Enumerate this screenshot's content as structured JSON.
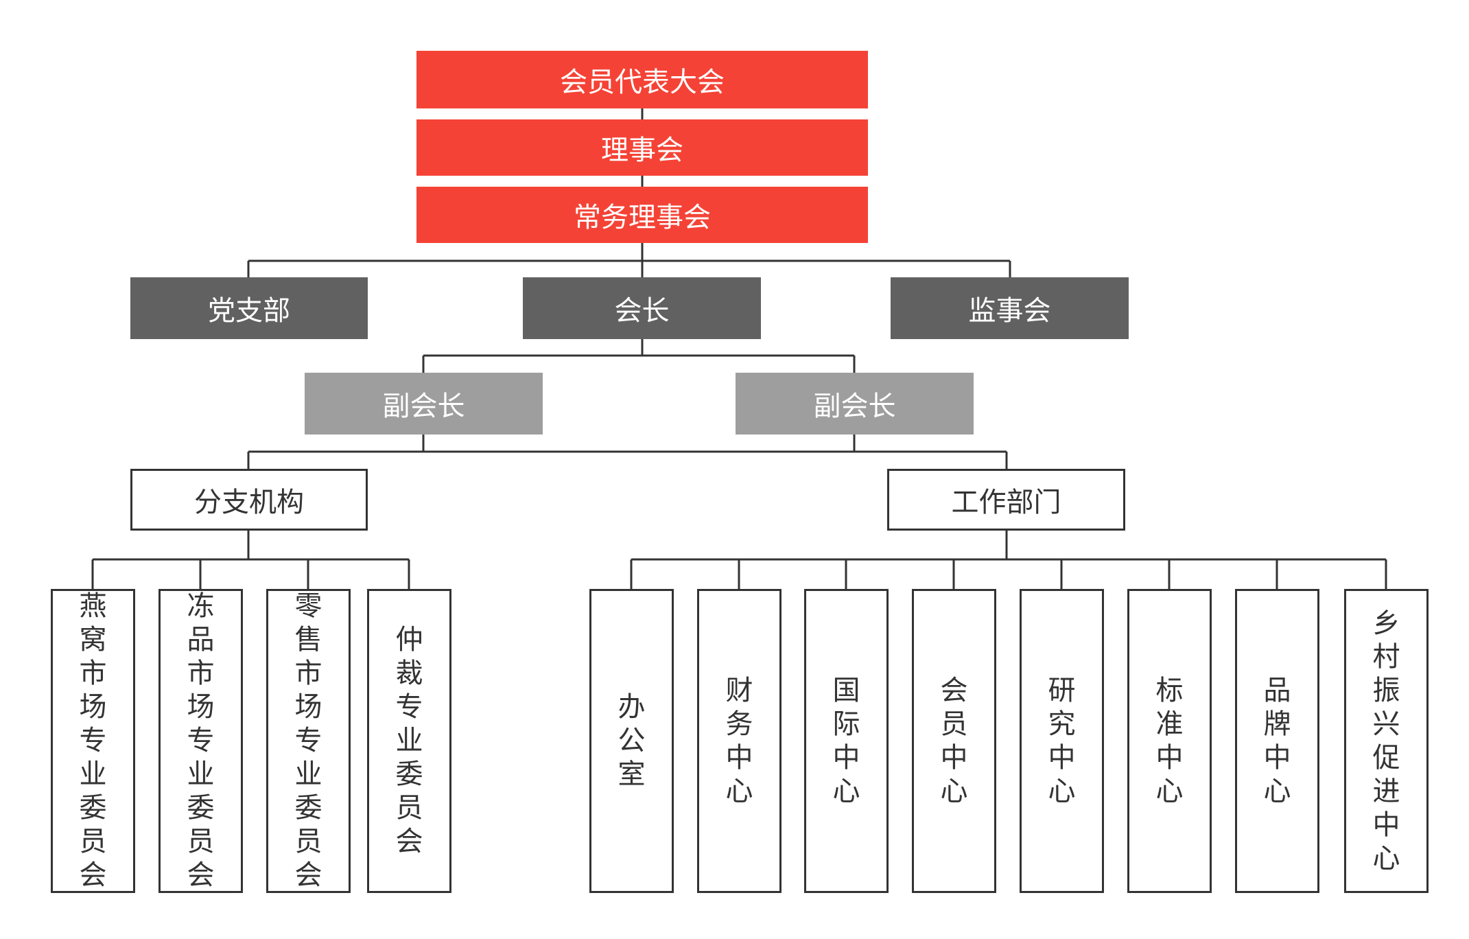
{
  "org": {
    "top": [
      "会员代表大会",
      "理事会",
      "常务理事会"
    ],
    "tier2": [
      "党支部",
      "会长",
      "监事会"
    ],
    "vice": [
      "副会长",
      "副会长"
    ],
    "groups": [
      "分支机构",
      "工作部门"
    ],
    "branches": [
      "燕窝市场专业委员会",
      "冻品市场专业委员会",
      "零售市场专业委员会",
      "仲裁专业委员会"
    ],
    "departments": [
      "办公室",
      "财务中心",
      "国际中心",
      "会员中心",
      "研究中心",
      "标准中心",
      "品牌中心",
      "乡村振兴促进中心"
    ]
  },
  "colors": {
    "top_fill": "#f44336",
    "tier2_fill": "#616161",
    "vice_fill": "#9e9e9e",
    "line": "#333333"
  }
}
